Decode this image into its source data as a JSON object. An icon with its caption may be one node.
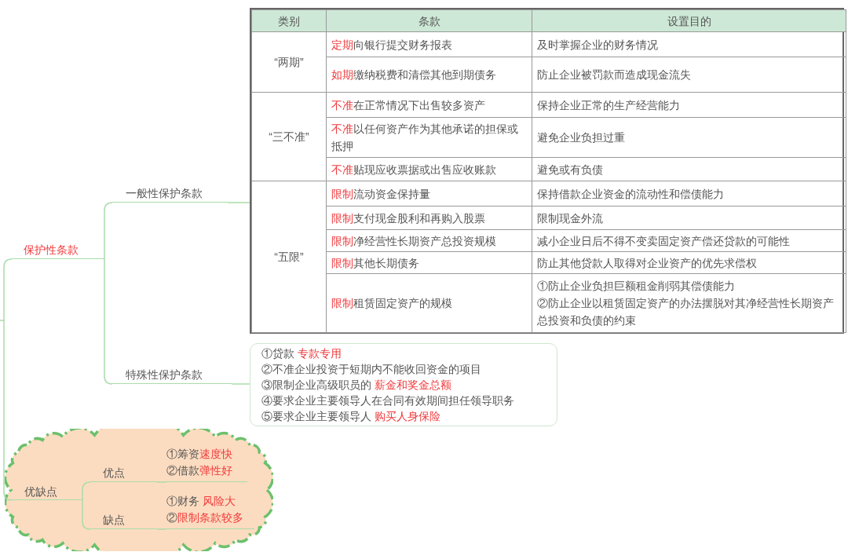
{
  "diagram": {
    "nodes": [
      {
        "text": [
          "保护性条款"
        ]
      },
      {
        "text": [
          "一般性保护条款"
        ]
      },
      {
        "text": [],
        "shape": "box"
      },
      {
        "text": [
          "特殊性保护条款"
        ]
      },
      {
        "text": [
          "①贷款 **专款专用**",
          "②不准企业投资于短期内不能收回资金的项目",
          "③限制企业高级职员的 **薪金和奖金总额**",
          "④要求企业主要领导人在合同有效期间担任领导职务",
          "⑤要求企业主要领导人 **购买人身保险**"
        ]
      },
      {
        "text": [],
        "shape": "cloud"
      },
      {
        "text": [
          "优缺点"
        ],
        "in": 5
      },
      {
        "text": [
          "优点"
        ],
        "in": 5
      },
      {
        "text": [
          "①筹资**速度快**",
          "②借款**弹性好**"
        ],
        "in": 5
      },
      {
        "text": [
          "缺点"
        ],
        "in": 5
      },
      {
        "text": [
          "①财务 **风险大**",
          "②**限制条款较多**"
        ],
        "in": 5
      }
    ],
    "edges": [
      {
        "from": null,
        "to": 0,
        "arrow": "none"
      },
      {
        "from": 0,
        "to": 1,
        "arrow": "none"
      },
      {
        "from": 1,
        "to": 2,
        "arrow": "none"
      },
      {
        "from": 0,
        "to": 3,
        "arrow": "none"
      },
      {
        "from": 3,
        "to": 4,
        "arrow": "none"
      },
      {
        "from": null,
        "to": 6,
        "arrow": "none"
      },
      {
        "from": 6,
        "to": 7,
        "arrow": "none"
      },
      {
        "from": 6,
        "to": 9,
        "arrow": "none"
      },
      {
        "from": 7,
        "to": 8,
        "arrow": "none"
      },
      {
        "from": 9,
        "to": 10,
        "arrow": "none"
      }
    ],
    "labels": [
      "类别",
      "条款",
      "设置目的",
      "“两期”",
      "**定期**向银行提交财务报表",
      "及时掌握企业的财务情况",
      "**如期**缴纳税费和清偿其他到期债务",
      "防止企业被罚款而造成现金流失",
      "“三不准”",
      "**不准**在正常情况下出售较多资产",
      "保持企业正常的生产经营能力",
      "**不准**以任何资产作为其他承诺的担保或抵押",
      "避免企业负担过重",
      "**不准**贴现应收票据或出售应收账款",
      "避免或有负债",
      "“五限”",
      "**限制**流动资金保持量",
      "保持借款企业资金的流动性和偿债能力",
      "**限制**支付现金股利和再购入股票",
      "限制现金外流",
      "**限制**净经营性长期资产总投资规模",
      "减小企业日后不得不变卖固定资产偿还贷款的可能性",
      "**限制**其他长期债务",
      "防止其他贷款人取得对企业资产的优先求偿权",
      "**限制**租赁固定资产的规模",
      "①防止企业负担巨额租金削弱其偿债能力",
      "②防止企业以租赁固定资产的办法摆脱对其净经营性长期资产总投资和负债的约束"
    ]
  }
}
